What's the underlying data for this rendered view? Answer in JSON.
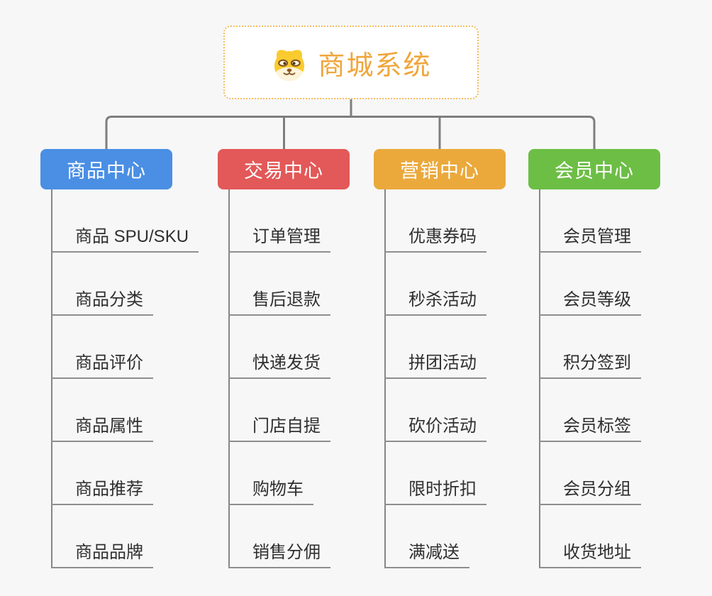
{
  "root": {
    "title": "商城系统",
    "accent": "#F0A63C",
    "icon": "shiba-dog-icon"
  },
  "colors": {
    "background": "#F7F7F7",
    "connector_line": "#7E7E7E",
    "sub_trunk_line": "#868686",
    "leaf_underline": "#8E8E8E",
    "leaf_text": "#2F2F2F",
    "root_border": "#F4BA5E"
  },
  "branches": [
    {
      "label": "商品中心",
      "color": "#4A8FE4",
      "items": [
        "商品 SPU/SKU",
        "商品分类",
        "商品评价",
        "商品属性",
        "商品推荐",
        "商品品牌"
      ]
    },
    {
      "label": "交易中心",
      "color": "#E35858",
      "items": [
        "订单管理",
        "售后退款",
        "快递发货",
        "门店自提",
        "购物车",
        "销售分佣"
      ]
    },
    {
      "label": "营销中心",
      "color": "#EBA93C",
      "items": [
        "优惠券码",
        "秒杀活动",
        "拼团活动",
        "砍价活动",
        "限时折扣",
        "满减送"
      ]
    },
    {
      "label": "会员中心",
      "color": "#6CBE45",
      "items": [
        "会员管理",
        "会员等级",
        "积分签到",
        "会员标签",
        "会员分组",
        "收货地址"
      ]
    }
  ]
}
